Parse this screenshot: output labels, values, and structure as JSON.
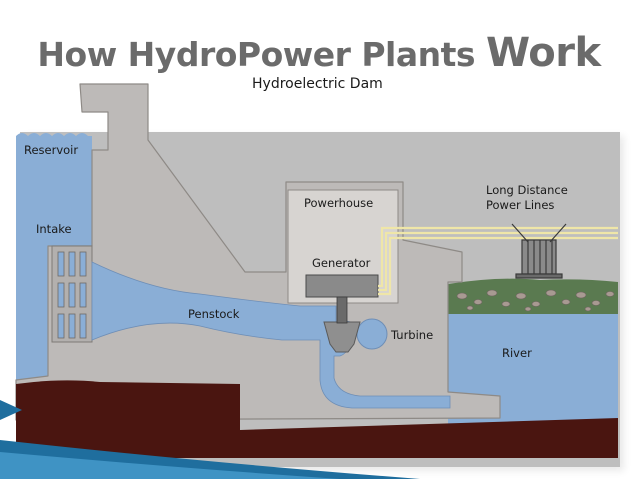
{
  "slide": {
    "title_main": "How HydroPower Plants ",
    "title_emphasis": "Work"
  },
  "diagram": {
    "subtitle": "Hydroelectric Dam",
    "labels": {
      "reservoir": "Reservoir",
      "intake": "Intake",
      "powerhouse": "Powerhouse",
      "generator": "Generator",
      "penstock": "Penstock",
      "turbine": "Turbine",
      "power_lines_line1": "Long Distance",
      "power_lines_line2": "Power Lines",
      "river": "River"
    }
  },
  "colors": {
    "water": "#8aaed6",
    "dam_concrete": "#bdbab8",
    "ground": "#4a1510",
    "riverbank_grass": "#5a7a50",
    "power_lines": "#efe6a8",
    "slide_accent": "#1f6e9e",
    "title_text": "#6b6b6b"
  }
}
